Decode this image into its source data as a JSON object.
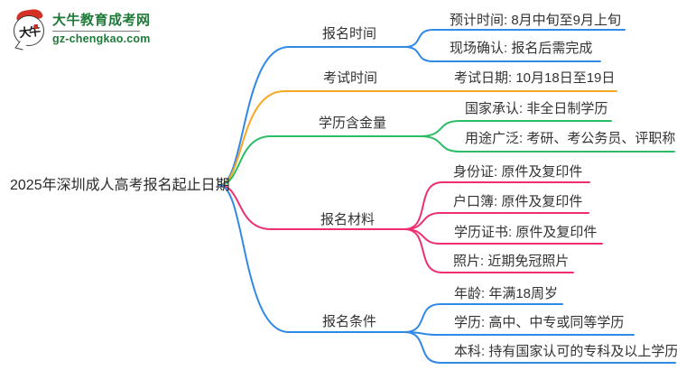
{
  "logo": {
    "title": "大牛教育成考网",
    "url": "gz-chengkao.com",
    "mark_text": "大牛",
    "brand_color": "#1f7a3a"
  },
  "center": {
    "label": "2025年深圳成人高考报名起止日期"
  },
  "branches": [
    {
      "label": "报名时间",
      "color": "#3189e6",
      "children": [
        "预计时间: 8月中旬至9月上旬",
        "现场确认: 报名后需完成"
      ]
    },
    {
      "label": "考试时间",
      "color": "#f7a823",
      "children": [
        "考试日期: 10月18日至19日"
      ]
    },
    {
      "label": "学历含金量",
      "color": "#2abd64",
      "children": [
        "国家承认: 非全日制学历",
        "用途广泛: 考研、考公务员、评职称"
      ]
    },
    {
      "label": "报名材料",
      "color": "#ee2f6f",
      "children": [
        "身份证: 原件及复印件",
        "户口簿: 原件及复印件",
        "学历证书: 原件及复印件",
        "照片: 近期免冠照片"
      ]
    },
    {
      "label": "报名条件",
      "color": "#3189e6",
      "children": [
        "年龄: 年满18周岁",
        "学历: 高中、中专或同等学历",
        "本科: 持有国家认可的专科及以上学历"
      ]
    }
  ]
}
